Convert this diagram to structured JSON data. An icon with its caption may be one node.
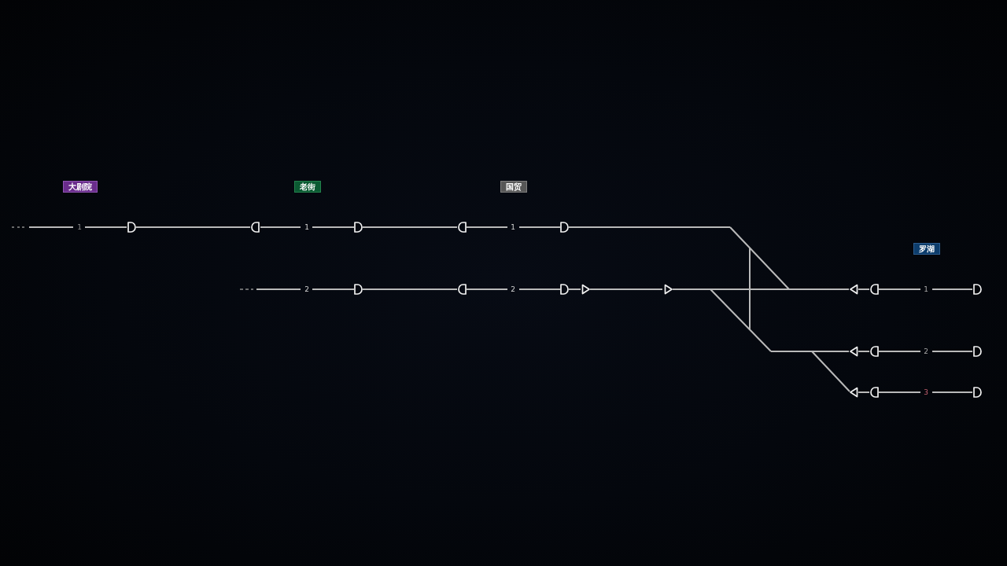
{
  "diagram": {
    "nodes": [
      {
        "text": [
          "大剧院"
        ]
      },
      {
        "text": [
          "老街"
        ]
      },
      {
        "text": [
          "国贸"
        ]
      },
      {
        "text": [
          "罗湖"
        ]
      }
    ],
    "labels": [
      "1",
      "1",
      "1",
      "2",
      "2",
      "1",
      "2",
      "3"
    ]
  }
}
